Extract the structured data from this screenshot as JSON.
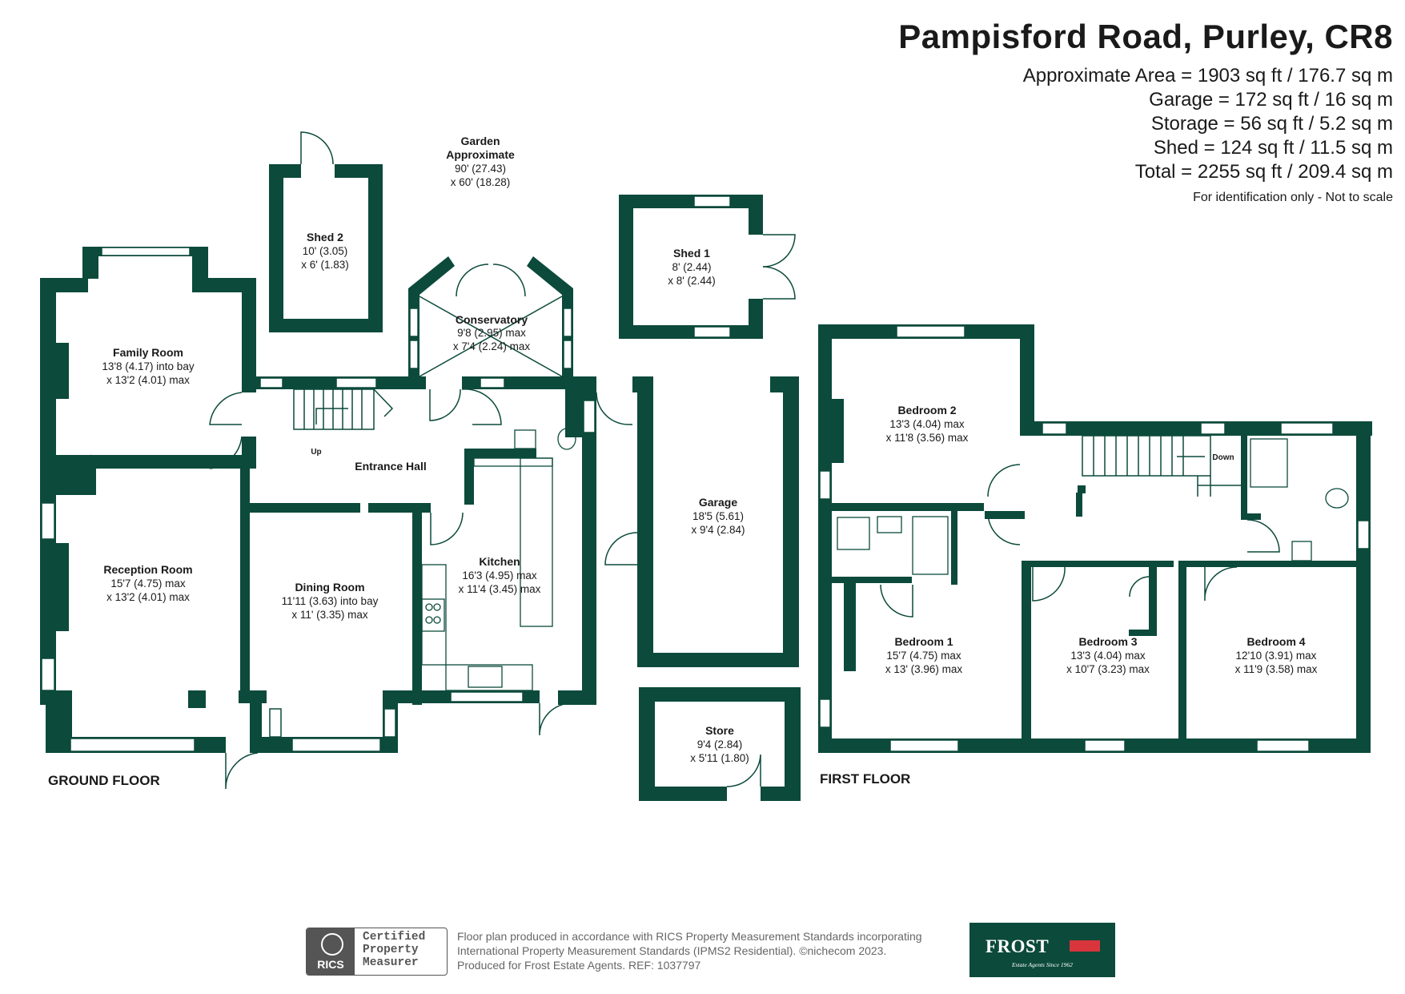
{
  "header": {
    "title": "Pampisford Road, Purley, CR8",
    "areas": [
      "Approximate Area = 1903 sq ft / 176.7 sq m",
      "Garage = 172 sq ft / 16 sq m",
      "Storage = 56 sq ft / 5.2 sq m",
      "Shed = 124 sq ft / 11.5 sq m",
      "Total = 2255 sq ft / 209.4 sq m"
    ],
    "note": "For identification only - Not to scale"
  },
  "colors": {
    "wall": "#0c4a3b",
    "window": "#ffffff",
    "text": "#1a1a1a"
  },
  "floors": {
    "ground": "GROUND FLOOR",
    "first": "FIRST FLOOR"
  },
  "garden": {
    "line1": "Garden",
    "line2": "Approximate",
    "line3": "90' (27.43)",
    "line4": "x 60' (18.28)"
  },
  "rooms": {
    "shed2": {
      "name": "Shed 2",
      "dim1": "10' (3.05)",
      "dim2": "x 6' (1.83)"
    },
    "shed1": {
      "name": "Shed 1",
      "dim1": "8' (2.44)",
      "dim2": "x 8' (2.44)"
    },
    "family": {
      "name": "Family Room",
      "dim1": "13'8 (4.17) into bay",
      "dim2": "x 13'2 (4.01) max"
    },
    "conservatory": {
      "name": "Conservatory",
      "dim1": "9'8 (2.95) max",
      "dim2": "x 7'4 (2.24) max"
    },
    "hall": {
      "name": "Entrance Hall",
      "up": "Up"
    },
    "reception": {
      "name": "Reception Room",
      "dim1": "15'7 (4.75) max",
      "dim2": "x 13'2 (4.01) max"
    },
    "dining": {
      "name": "Dining Room",
      "dim1": "11'11 (3.63) into bay",
      "dim2": "x 11' (3.35) max"
    },
    "kitchen": {
      "name": "Kitchen",
      "dim1": "16'3 (4.95) max",
      "dim2": "x 11'4 (3.45) max"
    },
    "garage": {
      "name": "Garage",
      "dim1": "18'5 (5.61)",
      "dim2": "x 9'4 (2.84)"
    },
    "store": {
      "name": "Store",
      "dim1": "9'4 (2.84)",
      "dim2": "x 5'11 (1.80)"
    },
    "bed2": {
      "name": "Bedroom 2",
      "dim1": "13'3 (4.04) max",
      "dim2": "x 11'8 (3.56) max"
    },
    "landing": {
      "down": "Down"
    },
    "bed1": {
      "name": "Bedroom 1",
      "dim1": "15'7 (4.75) max",
      "dim2": "x 13' (3.96) max"
    },
    "bed3": {
      "name": "Bedroom 3",
      "dim1": "13'3 (4.04) max",
      "dim2": "x 10'7 (3.23) max"
    },
    "bed4": {
      "name": "Bedroom 4",
      "dim1": "12'10 (3.91) max",
      "dim2": "x 11'9 (3.58) max"
    }
  },
  "footer": {
    "rics_logo": "RICS",
    "rics_badge": [
      "Certified",
      "Property",
      "Measurer"
    ],
    "disclaimer": [
      "Floor plan produced in accordance with RICS Property Measurement Standards incorporating",
      "International Property Measurement Standards (IPMS2 Residential).   ©nichecom 2023.",
      "Produced for Frost Estate Agents.   REF: 1037797"
    ],
    "brand": "FROST",
    "brand_tag": "Estate Agents Since 1962"
  }
}
